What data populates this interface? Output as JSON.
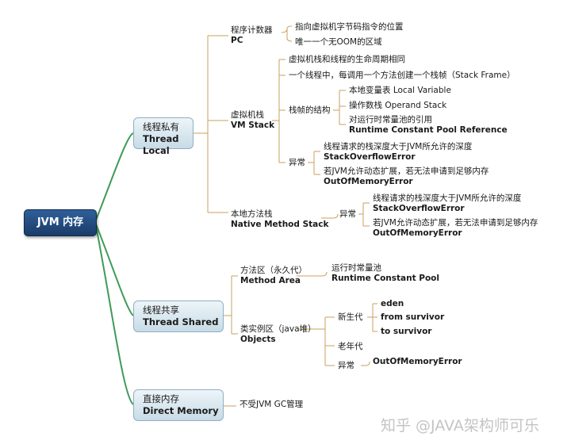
{
  "root": "JVM 内存",
  "thread_local": {
    "title_cn": "线程私有",
    "title_en": "Thread Local",
    "pc": {
      "label_cn": "程序计数器",
      "label_en": "PC",
      "items": [
        "指向虚拟机字节码指令的位置",
        "唯一一个无OOM的区域"
      ]
    },
    "vm_stack": {
      "label_cn": "虚拟机栈",
      "label_en": "VM Stack",
      "item1": "虚拟机栈和线程的生命周期相同",
      "item2": "一个线程中，每调用一个方法创建一个栈帧（Stack Frame）",
      "frame": {
        "label": "栈帧的结构",
        "local_var": "本地变量表 Local Variable",
        "operand": "操作数栈 Operand Stack",
        "rcp_cn": "对运行时常量池的引用",
        "rcp_en": "Runtime Constant Pool Reference"
      },
      "exc": {
        "label": "异常",
        "e1_cn": "线程请求的栈深度大于JVM所允许的深度",
        "e1_en": "StackOverflowError",
        "e2_cn": "若JVM允许动态扩展，若无法申请到足够内存",
        "e2_en": "OutOfMemoryError"
      }
    },
    "native": {
      "label_cn": "本地方法栈",
      "label_en": "Native Method Stack",
      "exc": {
        "label": "异常",
        "e1_cn": "线程请求的栈深度大于JVM所允许的深度",
        "e1_en": "StackOverflowError",
        "e2_cn": "若JVM允许动态扩展，若无法申请到足够内存",
        "e2_en": "OutOfMemoryError"
      }
    }
  },
  "thread_shared": {
    "title_cn": "线程共享",
    "title_en": "Thread Shared",
    "method_area": {
      "label_cn": "方法区（永久代）",
      "label_en": "Method Area",
      "rcp_cn": "运行时常量池",
      "rcp_en": "Runtime Constant Pool"
    },
    "objects": {
      "label_cn": "类实例区（java堆）",
      "label_en": "Objects",
      "young": {
        "label": "新生代",
        "items": [
          "eden",
          "from survivor",
          "to survivor"
        ]
      },
      "old": "老年代",
      "exc": {
        "label": "异常",
        "item": "OutOfMemoryError"
      }
    }
  },
  "direct": {
    "title_cn": "直接内存",
    "title_en": "Direct Memory",
    "item": "不受JVM GC管理"
  },
  "watermark": "知乎 @JAVA架构师可乐",
  "colors": {
    "root": "#1b3c68",
    "branch": "#3f9a58",
    "connector": "#c9a25f",
    "node_border": "#8fb0c2"
  }
}
